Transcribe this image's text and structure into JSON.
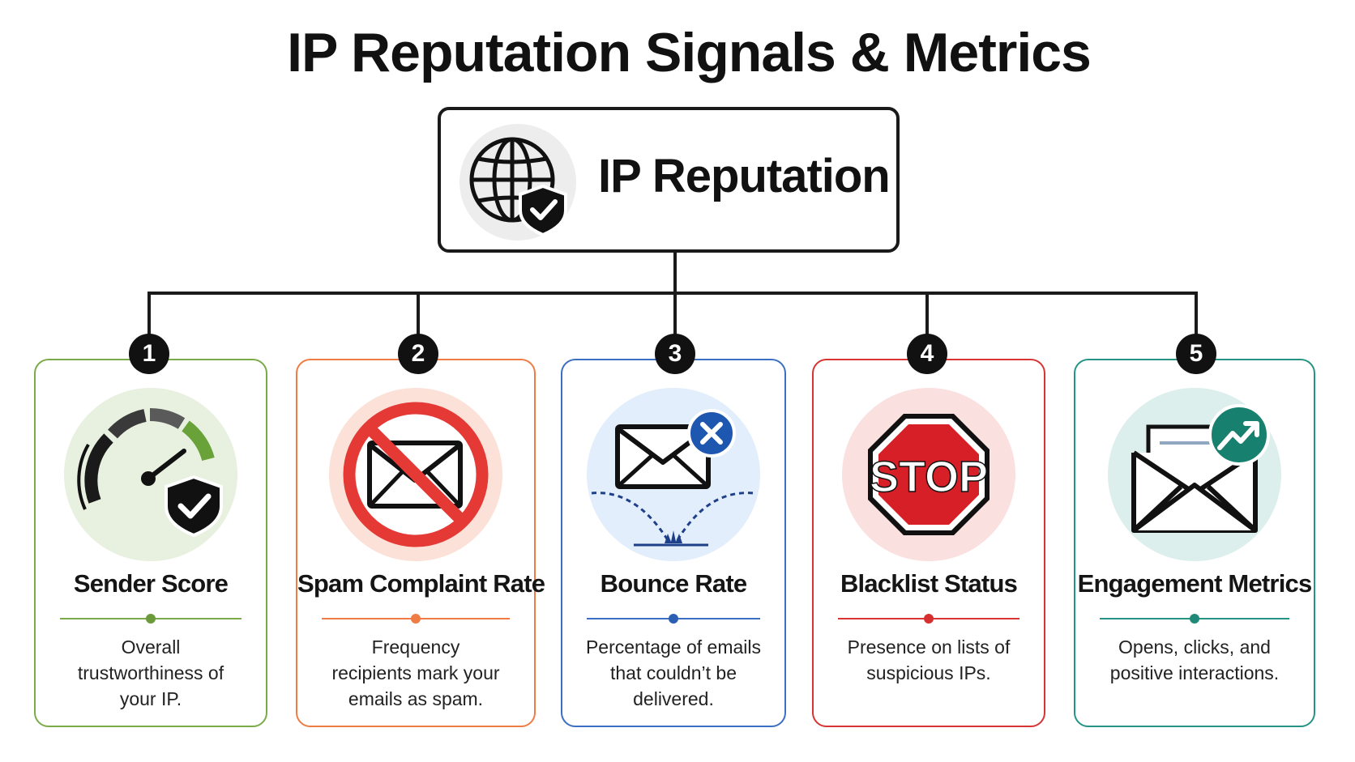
{
  "title": "IP Reputation Signals & Metrics",
  "hub": {
    "label": "IP Reputation",
    "icon": "globe-shield-check-icon"
  },
  "signals": [
    {
      "number": "1",
      "label": "Sender Score",
      "description": "Overall trustworthiness of your IP.",
      "color": "#6a9a3a",
      "icon": "gauge-shield-icon"
    },
    {
      "number": "2",
      "label": "Spam Complaint Rate",
      "description": "Frequency recipients mark your emails as spam.",
      "color": "#ee7a43",
      "icon": "no-email-icon"
    },
    {
      "number": "3",
      "label": "Bounce Rate",
      "description": "Percentage of emails that couldn’t be delivered.",
      "color": "#2c5fb4",
      "icon": "bounced-email-icon"
    },
    {
      "number": "4",
      "label": "Blacklist Status",
      "description": "Presence on lists of suspicious IPs.",
      "color": "#d62f2f",
      "icon": "stop-sign-icon"
    },
    {
      "number": "5",
      "label": "Engagement Metrics",
      "description": "Opens, clicks, and positive interactions.",
      "color": "#1f8a7a",
      "icon": "open-email-trend-icon"
    }
  ],
  "stop_sign_text": "STOP",
  "colors": {
    "line": "#1a1a1a",
    "badge": "#111111"
  }
}
